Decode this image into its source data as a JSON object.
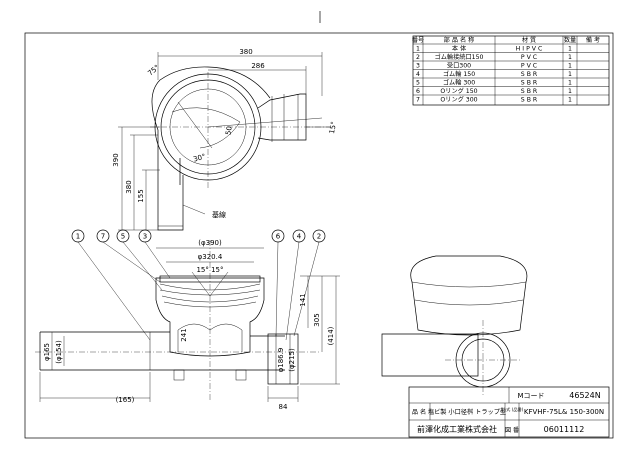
{
  "parts_table": {
    "headers": {
      "no": "番号",
      "name": "部 品 名 称",
      "material": "材 質",
      "qty": "数量",
      "note": "備 考"
    },
    "rows": [
      {
        "no": "1",
        "name": "本 体",
        "material": "H I P V C",
        "qty": "1"
      },
      {
        "no": "2",
        "name": "ゴム輪接続口150",
        "material": "P V C",
        "qty": "1"
      },
      {
        "no": "3",
        "name": "受口300",
        "material": "P V C",
        "qty": "1"
      },
      {
        "no": "4",
        "name": "ゴム輪 150",
        "material": "S B R",
        "qty": "1"
      },
      {
        "no": "5",
        "name": "ゴム輪 300",
        "material": "S B R",
        "qty": "1"
      },
      {
        "no": "6",
        "name": "Oリング 150",
        "material": "S B R",
        "qty": "1"
      },
      {
        "no": "7",
        "name": "Oリング 300",
        "material": "S B R",
        "qty": "1"
      }
    ]
  },
  "plan_view": {
    "angle_75": "75°",
    "dim_380": "380",
    "dim_286": "286",
    "dim_50": "50",
    "angle_30": "30°",
    "dim_390": "390",
    "dim_380v": "380",
    "dim_155": "155",
    "angle_15": "15°",
    "label_baseline": "基線"
  },
  "front_view": {
    "callouts": [
      "1",
      "7",
      "5",
      "3",
      "6",
      "4",
      "2"
    ],
    "dim_390": "(φ390)",
    "dim_320": "φ320.4",
    "angles": "15° 15°",
    "dim_241": "241",
    "dim_141": "141",
    "dim_305": "305",
    "dim_414": "(414)",
    "dim_165": "φ165",
    "dim_154": "(φ154)",
    "dim_165b": "(165)",
    "dim_84": "84",
    "dim_1869": "φ186.9",
    "dim_215": "(φ215)"
  },
  "title_block": {
    "mark_label": "Mコード",
    "mark_value": "46524N",
    "name_label": "品 名",
    "name_value": "塩ビ製 小口径桝 トラップ型",
    "model_label": "型 式 (品番)",
    "model_value": "KFVHF-75L& 150-300N",
    "company": "前澤化成工業株式会社",
    "drawing_label": "図 番",
    "drawing_value": "06011112"
  }
}
